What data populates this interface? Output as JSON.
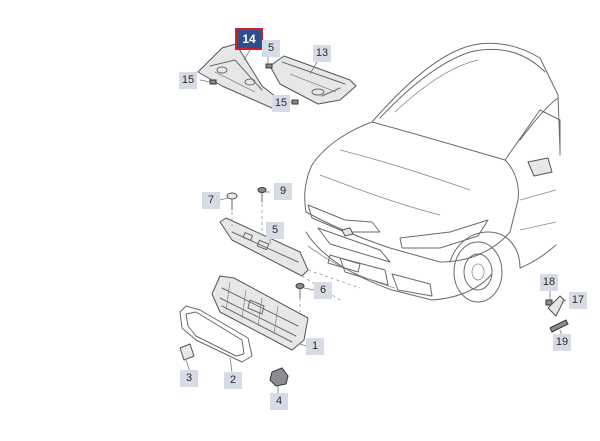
{
  "diagram": {
    "callouts": [
      {
        "id": "c14",
        "label": "14",
        "highlight": true
      },
      {
        "id": "c13",
        "label": "13"
      },
      {
        "id": "c15a",
        "label": "15"
      },
      {
        "id": "c15b",
        "label": "15"
      },
      {
        "id": "c5a",
        "label": "5"
      },
      {
        "id": "c9",
        "label": "9"
      },
      {
        "id": "c7",
        "label": "7"
      },
      {
        "id": "c5b",
        "label": "5"
      },
      {
        "id": "c6",
        "label": "6"
      },
      {
        "id": "c1",
        "label": "1"
      },
      {
        "id": "c2",
        "label": "2"
      },
      {
        "id": "c3",
        "label": "3"
      },
      {
        "id": "c4",
        "label": "4"
      },
      {
        "id": "c17",
        "label": "17"
      },
      {
        "id": "c18",
        "label": "18"
      },
      {
        "id": "c19",
        "label": "19"
      }
    ],
    "colors": {
      "callout_bg": "#d6dbe6",
      "highlight_bg": "#2e4f8a",
      "highlight_border": "#d21d2c"
    }
  }
}
